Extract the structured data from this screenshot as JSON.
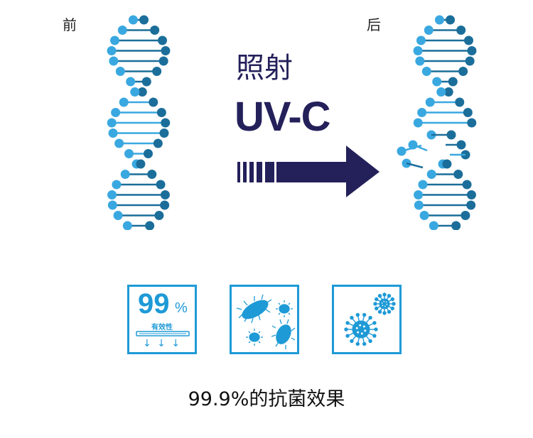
{
  "labels": {
    "before": "前",
    "after": "后"
  },
  "headline": {
    "line1": "照射",
    "line2": "UV-C"
  },
  "icons": {
    "efficacy": {
      "value": "99",
      "unit": "%",
      "label": "有效性",
      "arrows": "↓ ↓ ↓"
    }
  },
  "caption": "99.9%的抗菌效果",
  "colors": {
    "navy": "#23205a",
    "dark_blue": "#1b6e9a",
    "light_blue": "#3aa8e0",
    "accent": "#1e9ad6"
  }
}
